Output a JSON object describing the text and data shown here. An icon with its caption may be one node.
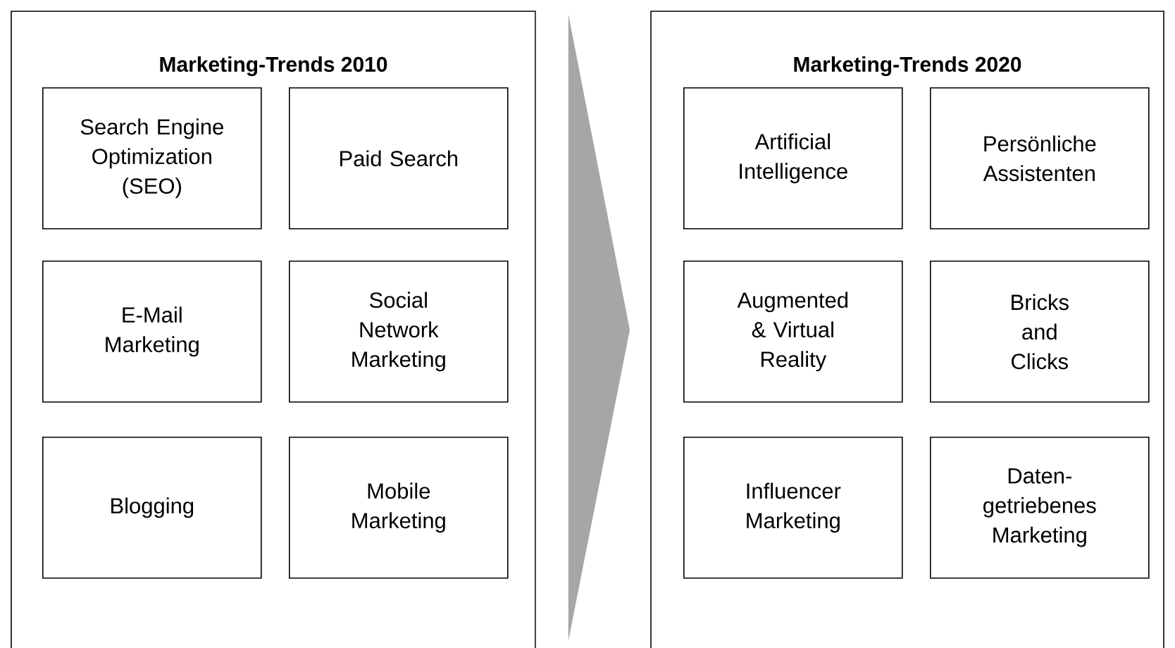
{
  "diagram": {
    "nodes": [
      {
        "text": [
          "Marketing-Trends 2010"
        ]
      },
      {
        "text": [
          "Search Engine Optimization (SEO)"
        ],
        "in": 0
      },
      {
        "text": [
          "Paid Search"
        ],
        "in": 0
      },
      {
        "text": [
          "E-Mail Marketing"
        ],
        "in": 0
      },
      {
        "text": [
          "Social Network Marketing"
        ],
        "in": 0
      },
      {
        "text": [
          "Blogging"
        ],
        "in": 0
      },
      {
        "text": [
          "Mobile Marketing"
        ],
        "in": 0
      },
      {
        "text": [
          "Marketing-Trends 2020"
        ]
      },
      {
        "text": [
          "Artificial Intelligence"
        ],
        "in": 7
      },
      {
        "text": [
          "Persönliche Assistenten"
        ],
        "in": 7
      },
      {
        "text": [
          "Augmented & Virtual Reality"
        ],
        "in": 7
      },
      {
        "text": [
          "Bricks and Clicks"
        ],
        "in": 7
      },
      {
        "text": [
          "Influencer Marketing"
        ],
        "in": 7
      },
      {
        "text": [
          "Daten-getriebenes Marketing"
        ],
        "in": 7
      }
    ],
    "edges": [
      {
        "from": 0,
        "to": 7,
        "arrow": "to"
      }
    ]
  }
}
